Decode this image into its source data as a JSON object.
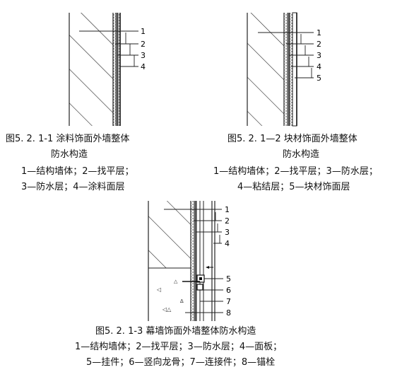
{
  "fig1": {
    "caption_line1": "图5. 2. 1-1 涂料饰面外墙整体",
    "caption_line2": "防水构造",
    "legend_line1": "1—结构墙体；2—找平层；",
    "legend_line2": "3—防水层；4—涂料面层",
    "callouts": [
      "1",
      "2",
      "3",
      "4"
    ]
  },
  "fig2": {
    "caption_line1": "图5. 2. 1—2 块材饰面外墙整体",
    "caption_line2": "防水构造",
    "legend_line1": "1—结构墙体；2—找平层；3—防水层；",
    "legend_line2": "4—粘结层；5—块材饰面层",
    "callouts": [
      "1",
      "2",
      "3",
      "4",
      "5"
    ]
  },
  "fig3": {
    "caption_line1": "图5. 2. 1-3 幕墙饰面外墙整体防水构造",
    "legend_line1": "1—结构墙体；2—找平层；3—防水层；4—面板；",
    "legend_line2": "5—挂件；6—竖向龙骨；7—连接件；8—锚栓",
    "callouts": [
      "1",
      "2",
      "3",
      "4",
      "5",
      "6",
      "7",
      "8"
    ]
  }
}
